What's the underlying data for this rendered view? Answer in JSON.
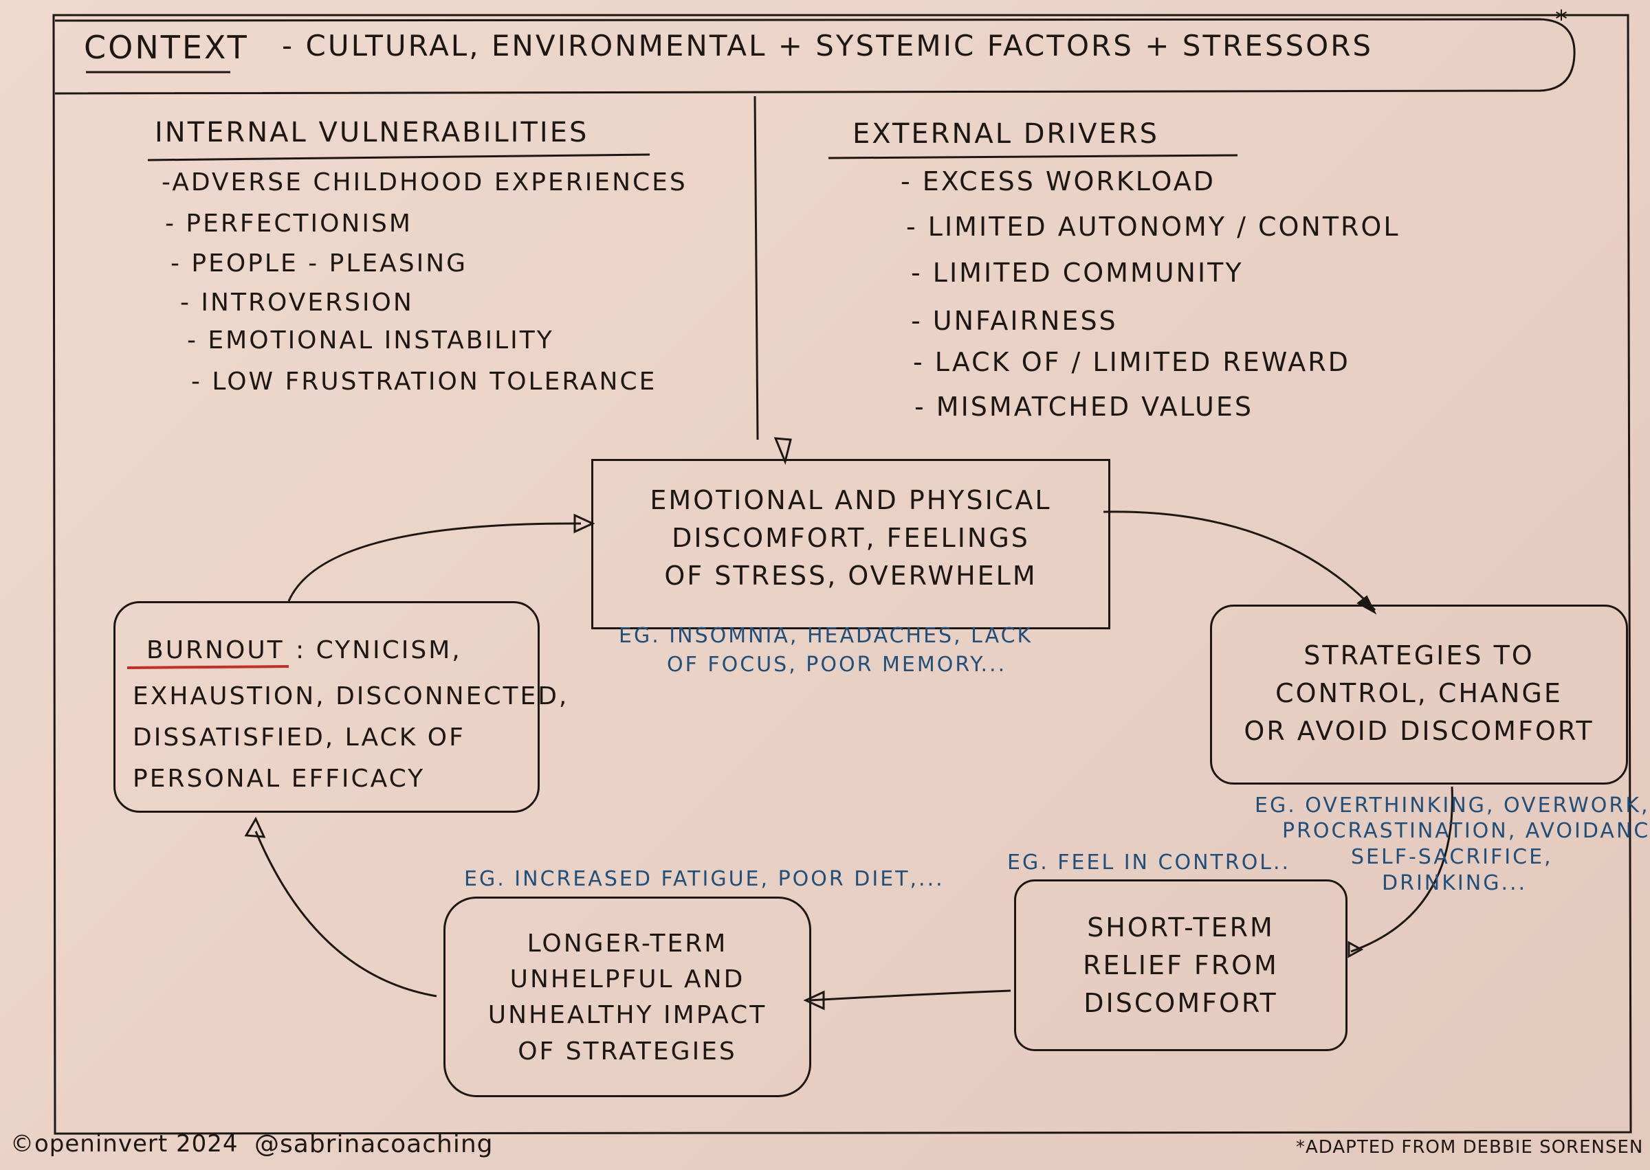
{
  "context": {
    "label": "CONTEXT",
    "text": "- CULTURAL, ENVIRONMENTAL + SYSTEMIC FACTORS + STRESSORS",
    "star": "*"
  },
  "internal": {
    "heading": "INTERNAL VULNERABILITIES",
    "items": [
      "-ADVERSE CHILDHOOD EXPERIENCES",
      "- PERFECTIONISM",
      "- PEOPLE - PLEASING",
      "- INTROVERSION",
      "- EMOTIONAL INSTABILITY",
      "- LOW FRUSTRATION TOLERANCE"
    ]
  },
  "external": {
    "heading": "EXTERNAL DRIVERS",
    "items": [
      "- EXCESS WORKLOAD",
      "- LIMITED AUTONOMY / CONTROL",
      "- LIMITED COMMUNITY",
      "- UNFAIRNESS",
      "- LACK OF / LIMITED REWARD",
      "- MISMATCHED VALUES"
    ]
  },
  "discomfort": {
    "lines": [
      "EMOTIONAL AND PHYSICAL",
      "DISCOMFORT, FEELINGS",
      "OF STRESS, OVERWHELM"
    ],
    "example": [
      "EG. INSOMNIA, HEADACHES, LACK",
      "OF FOCUS, POOR MEMORY..."
    ]
  },
  "strategies": {
    "lines": [
      "STRATEGIES TO",
      "CONTROL, CHANGE",
      "OR AVOID DISCOMFORT"
    ],
    "example": [
      "EG. OVERTHINKING, OVERWORK,",
      "PROCRASTINATION, AVOIDANCE",
      "SELF-SACRIFICE,",
      "DRINKING..."
    ]
  },
  "shortterm": {
    "lines": [
      "SHORT-TERM",
      "RELIEF FROM",
      "DISCOMFORT"
    ],
    "example": "EG. FEEL IN CONTROL.."
  },
  "longterm": {
    "lines": [
      "LONGER-TERM",
      "UNHELPFUL AND",
      "UNHEALTHY IMPACT",
      "OF STRATEGIES"
    ],
    "example": "EG. INCREASED FATIGUE, POOR DIET,..."
  },
  "burnout": {
    "label": "BURNOUT",
    "colon_text": ": CYNICISM,",
    "lines": [
      "EXHAUSTION, DISCONNECTED,",
      "DISSATISFIED, LACK OF",
      "PERSONAL EFFICACY"
    ]
  },
  "footer": {
    "copyright": "©openinvert 2024",
    "handle": "@sabrinacoaching",
    "credit": "*ADAPTED FROM DEBBIE SORENSEN"
  },
  "colors": {
    "ink": "#1d1714",
    "blue_ink": "#1f4f7a",
    "red_underline": "#c0302a",
    "paper": "#ecd5ca"
  }
}
